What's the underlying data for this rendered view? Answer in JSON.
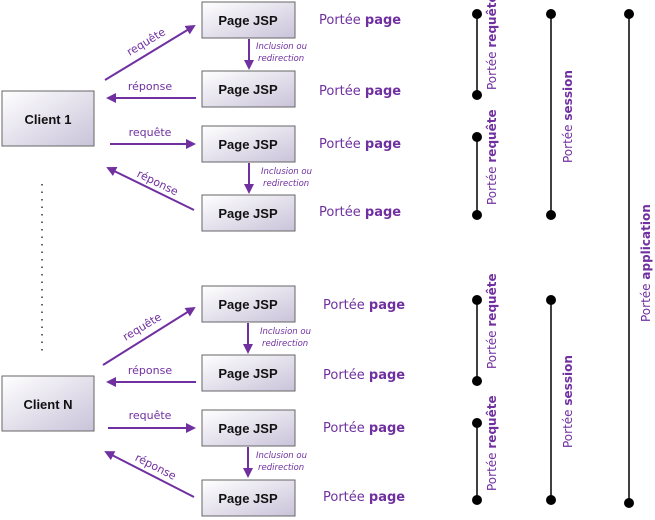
{
  "clients": [
    "Client 1",
    "Client N"
  ],
  "page_label": "Page JSP",
  "arrows": {
    "requete": "requête",
    "reponse": "réponse",
    "inclusion_line1": "Inclusion ou",
    "inclusion_line2": "redirection"
  },
  "scope_labels": {
    "portee": "Portée",
    "page": "page",
    "requete": "requête",
    "session": "session",
    "application": "application"
  },
  "colors": {
    "accent": "#7030a0",
    "box_gradient_start": "#ffffff",
    "box_gradient_end": "#c9c3d9",
    "line": "#000000"
  }
}
